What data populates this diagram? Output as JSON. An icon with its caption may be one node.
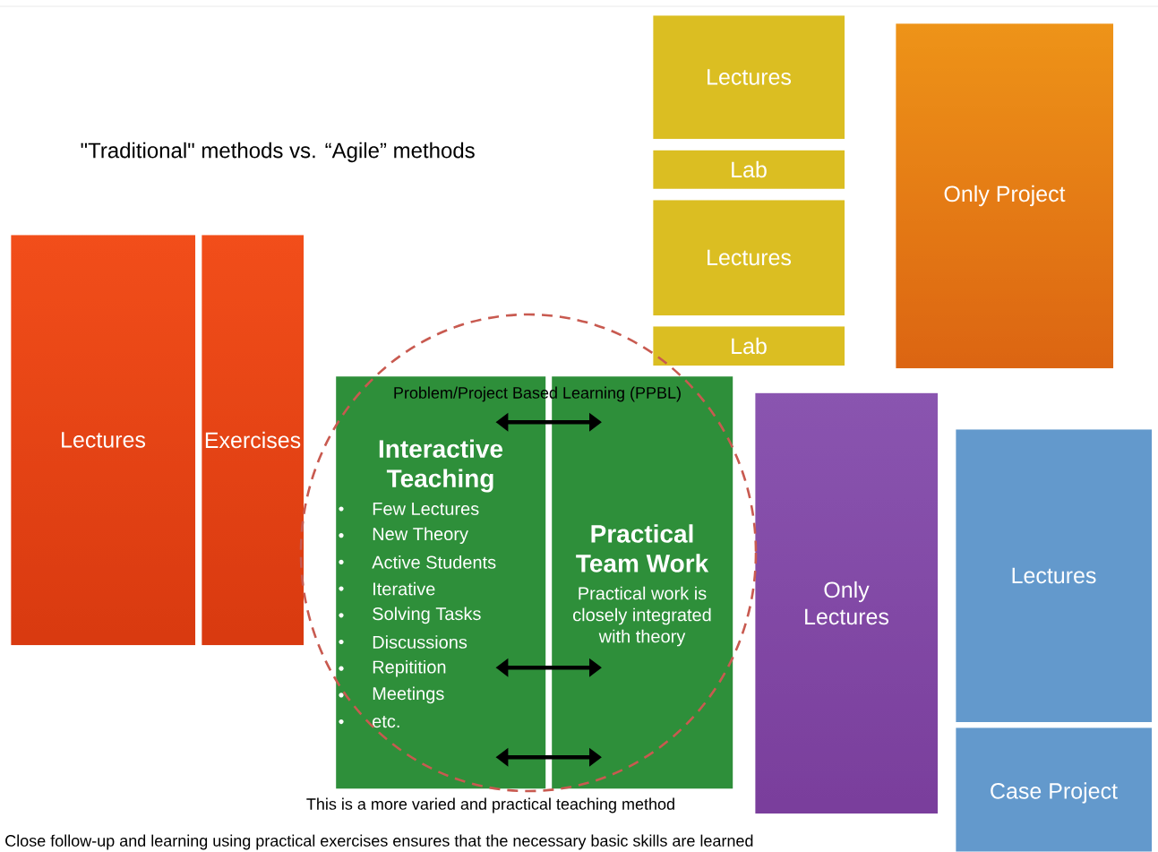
{
  "diagram": {
    "title": "\"Traditional\" methods vs. “Agile” methods",
    "nodes": [
      {
        "text": [
          "Lectures"
        ]
      },
      {
        "text": [
          "Exercises"
        ]
      },
      {
        "text": [
          "Lectures"
        ]
      },
      {
        "text": [
          "Lab"
        ]
      },
      {
        "text": [
          "Lectures"
        ]
      },
      {
        "text": [
          "Lab"
        ]
      },
      {
        "text": [
          "Only Project"
        ]
      },
      {
        "text": [
          "Interactive Teaching",
          "Few Lectures",
          "New Theory",
          "Active Students",
          "Iterative",
          "Solving Tasks",
          "Discussions",
          "Repitition",
          "Meetings",
          "etc."
        ]
      },
      {
        "text": [
          "Practical Team Work",
          "Practical work is closely integrated with theory"
        ]
      },
      {
        "text": [
          "Only Lectures"
        ]
      },
      {
        "text": [
          "Lectures"
        ]
      },
      {
        "text": [
          "Case Project"
        ]
      }
    ],
    "edges": [
      {
        "from": 7,
        "to": 8,
        "arrow": "both"
      },
      {
        "from": 7,
        "to": 8,
        "arrow": "both"
      },
      {
        "from": 7,
        "to": 8,
        "arrow": "both"
      }
    ],
    "labels": [
      "Problem/Project Based Learning (PPBL)",
      "This is a more varied and practical teaching method",
      "Close follow-up and learning using practical exercises ensures that the necessary basic skills are learned"
    ]
  }
}
